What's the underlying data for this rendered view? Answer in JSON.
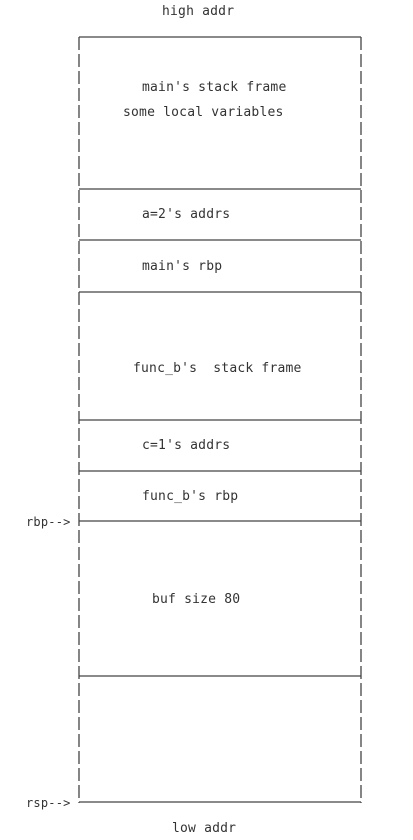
{
  "top_label": "high addr",
  "bottom_label": "low addr",
  "sections": {
    "main_frame_line1": "main's stack frame",
    "main_frame_line2": "some local variables",
    "a_addr": "a=2's addrs",
    "main_rbp": "main's rbp",
    "funcb_frame": "func_b's  stack frame",
    "c_addr": "c=1's addrs",
    "funcb_rbp": "func_b's rbp",
    "buf": "buf size 80"
  },
  "pointers": {
    "rbp": "rbp-->",
    "rsp": "rsp-->"
  }
}
